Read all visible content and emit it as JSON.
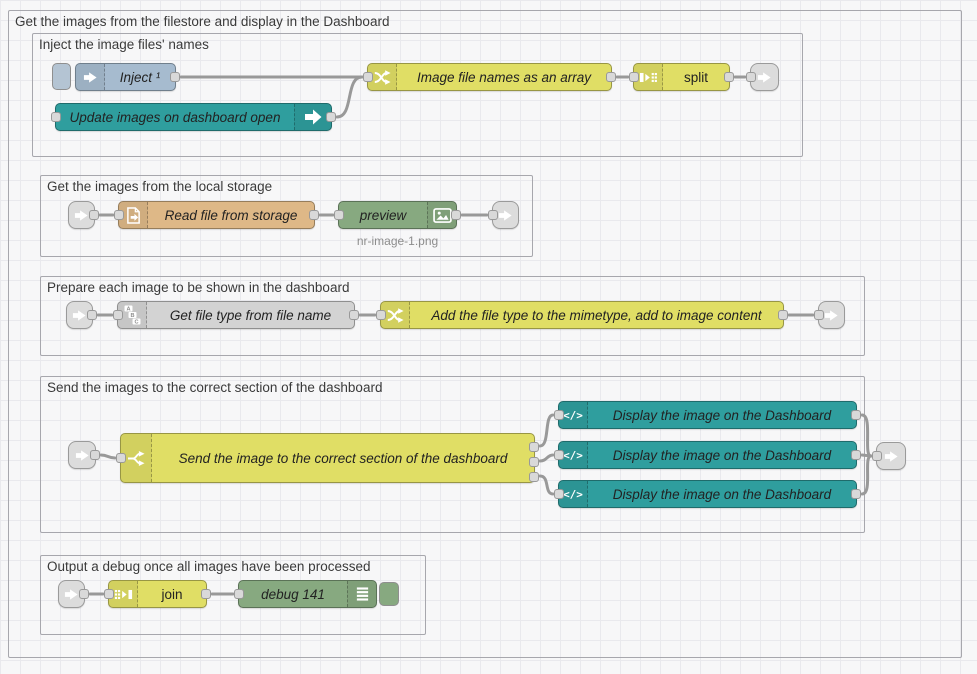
{
  "outer_group": {
    "label": "Get the images from the filestore and display in the Dashboard"
  },
  "groups": {
    "inject": {
      "label": "Inject the image files' names"
    },
    "local_storage": {
      "label": "Get the images from the local storage"
    },
    "prepare": {
      "label": "Prepare each image to be shown in the dashboard"
    },
    "send": {
      "label": "Send the images to the correct section of the dashboard"
    },
    "debug": {
      "label": "Output a debug once all images have been processed"
    }
  },
  "nodes": {
    "inject": {
      "label": "Inject ¹"
    },
    "ui_control": {
      "label": "Update images on dashboard open"
    },
    "fn_filenames": {
      "label": "Image file names as an array"
    },
    "split": {
      "label": "split"
    },
    "read_file": {
      "label": "Read file from storage"
    },
    "preview": {
      "label": "preview",
      "status": "nr-image-1.png"
    },
    "get_file_type": {
      "label": "Get file type from file name"
    },
    "fn_mimetype": {
      "label": "Add the file type to the mimetype, add to image content"
    },
    "switch": {
      "label": "Send the image to the correct section of the dashboard"
    },
    "display_1": {
      "label": "Display the image on the Dashboard"
    },
    "display_2": {
      "label": "Display the image on the Dashboard"
    },
    "display_3": {
      "label": "Display the image on the Dashboard"
    },
    "join": {
      "label": "join"
    },
    "debug": {
      "label": "debug 141"
    }
  },
  "icons": {
    "inject": "inject-arrow-icon",
    "ui_control": "arrow-right-icon",
    "function": "crossed-arrows-function-icon",
    "split": "split-icon",
    "join": "join-icon",
    "file": "file-in-icon",
    "preview": "image-icon",
    "change": "abc-blocks-icon",
    "switch": "fork-switch-icon",
    "template": "code-template-icon",
    "debug": "list-bars-icon",
    "link": "link-arrow-icon"
  },
  "colors": {
    "node_inject": "#a6bbcf",
    "node_teal": "#2f9e9e",
    "node_yellow": "#e0de65",
    "node_file": "#deb887",
    "node_green": "#87a980",
    "node_gray": "#d3d3d3",
    "node_link": "#dcdcdc",
    "wire": "#999999",
    "port_fill": "#d9d9d9",
    "group_border": "#a7a7ad",
    "canvas_bg": "#f7f7f8",
    "grid_line": "#e9e9ed"
  }
}
